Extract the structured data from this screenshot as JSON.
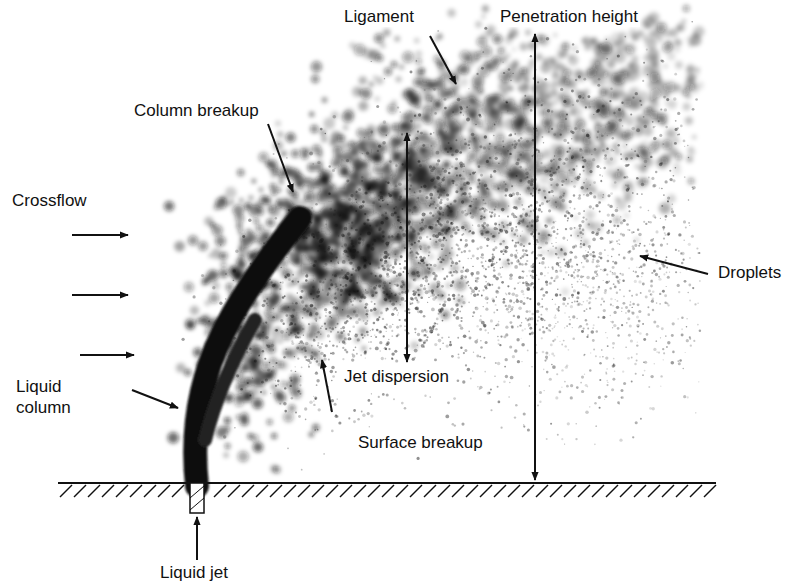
{
  "diagram": {
    "labels": [
      "Ligament",
      "Penetration height",
      "Column breakup",
      "Crossflow",
      "Droplets",
      "Jet dispersion",
      "Liquid column",
      "Surface breakup",
      "Liquid jet"
    ]
  }
}
